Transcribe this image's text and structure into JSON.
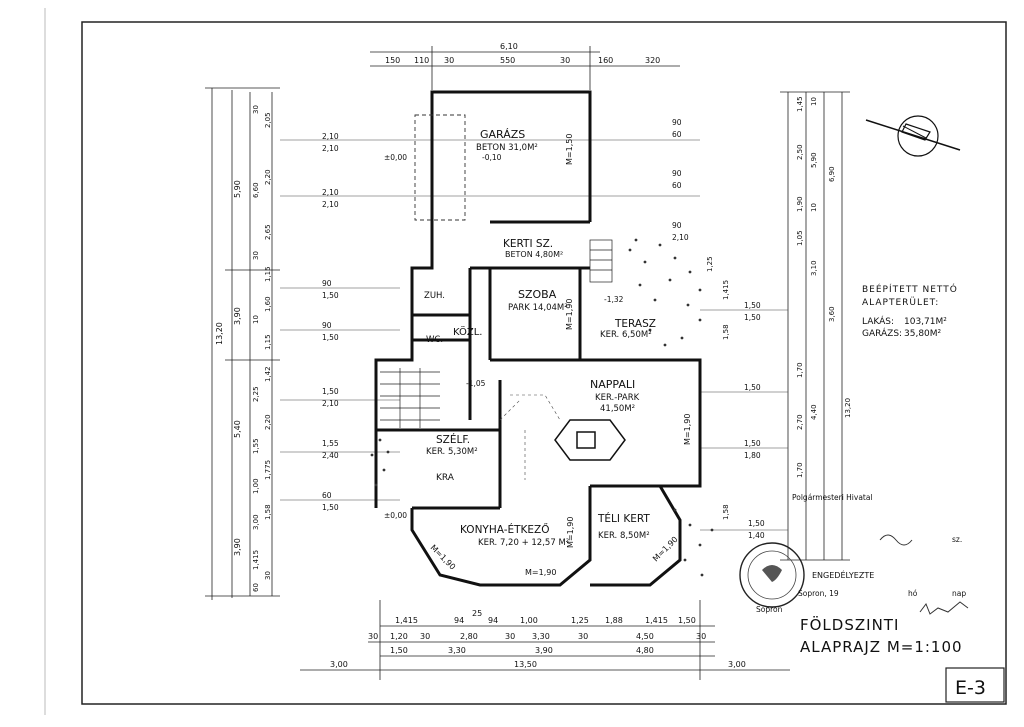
{
  "rooms": {
    "garazs": {
      "name": "GARÁZS",
      "detail": "BETON 31,0M²"
    },
    "kertisz": {
      "name": "KERTI SZ.",
      "detail": "BETON 4,80M²"
    },
    "szoba": {
      "name": "SZOBA",
      "detail": "PARK 14,04M²"
    },
    "terasz": {
      "name": "TERASZ",
      "detail": "KER. 6,50M²"
    },
    "kozl": {
      "name": "KÖZL."
    },
    "zuh": {
      "name": "ZUH."
    },
    "wc": {
      "name": "WC."
    },
    "nappali": {
      "name": "NAPPALI",
      "detail1": "KER.-PARK",
      "detail2": "41,50M²"
    },
    "szelf": {
      "name": "SZÉLF.",
      "detail": "KER. 5,30M²"
    },
    "kra": {
      "name": "KRA"
    },
    "konyha": {
      "name": "KONYHA-ÉTKEZŐ",
      "detail": "KER. 7,20 + 12,57 M²"
    },
    "telikert": {
      "name": "TÉLI KERT",
      "detail": "KER. 8,50M²"
    }
  },
  "window_labels": [
    "M=1,50",
    "M=1,90",
    "M=1,90",
    "M=1,90",
    "M=1,90",
    "M=1,90",
    "M=1,90"
  ],
  "levels": [
    "±0,00",
    "±0,00",
    "-0,10",
    "-1,32",
    "-1,05"
  ],
  "dimensions": {
    "top_row1": [
      "6,10"
    ],
    "top_row2": [
      "150",
      "110",
      "30",
      "550",
      "30",
      "160",
      "320"
    ],
    "left_outer": [
      "13,20"
    ],
    "left_mid": [
      "5,90",
      "3,90",
      "5,40",
      "3,90"
    ],
    "left_inner": [
      "30",
      "2,05",
      "6,60",
      "2,20",
      "2,65",
      "30",
      "1,15",
      "1,60",
      "10",
      "1,15",
      "1,42",
      "2,25",
      "2,20",
      "1,55",
      "1,775",
      "1,00",
      "3,00",
      "1,58",
      "1,415",
      "30",
      "60"
    ],
    "right_inner": [
      "1,45",
      "10",
      "2,50",
      "5,90",
      "6,90",
      "1,90",
      "10",
      "1,05",
      "3,10",
      "1,415",
      "1,25",
      "1,58",
      "1,70",
      "2,70",
      "4,40",
      "1,70",
      "1,58",
      "3,60",
      "13,20"
    ],
    "bottom_row1": [
      "1,415",
      "94",
      "25",
      "94",
      "1,00",
      "1,25",
      "1,88",
      "1,415",
      "1,50"
    ],
    "bottom_row2": [
      "30",
      "1,20",
      "30",
      "2,80",
      "30",
      "3,30",
      "30",
      "4,50",
      "30"
    ],
    "bottom_row3": [
      "1,50",
      "3,30",
      "3,90",
      "4,80"
    ],
    "bottom_row4": [
      "3,00",
      "13,50",
      "3,00"
    ],
    "misc": [
      "2,10",
      "2,10",
      "2,10",
      "2,10",
      "90",
      "60",
      "90",
      "60",
      "90",
      "2,10",
      "90",
      "1,50",
      "90",
      "1,50",
      "1,50",
      "2,10",
      "1,55",
      "2,40",
      "60",
      "1,50",
      "1,50",
      "1,50",
      "1,50",
      "1,50",
      "1,80",
      "1,50",
      "1,40"
    ]
  },
  "area_summary": {
    "title_line1": "BEÉPÍTETT NETTÓ",
    "title_line2": "ALAPTERÜLET:",
    "row1_label": "LAKÁS:",
    "row1_value": "103,71M²",
    "row2_label": "GARÁZS:",
    "row2_value": "35,80M²"
  },
  "stamp": {
    "line1": "Polgármesteri Hivatal",
    "line2": "Sopron",
    "approval": "ENGEDÉLYEZTE",
    "city_date": "Sopron, 19",
    "month": "hó",
    "day": "nap",
    "sz": "sz."
  },
  "title_block": {
    "line1": "FÖLDSZINTI",
    "line2": "ALAPRAJZ  M=1:100"
  },
  "sheet_number": "E-3"
}
